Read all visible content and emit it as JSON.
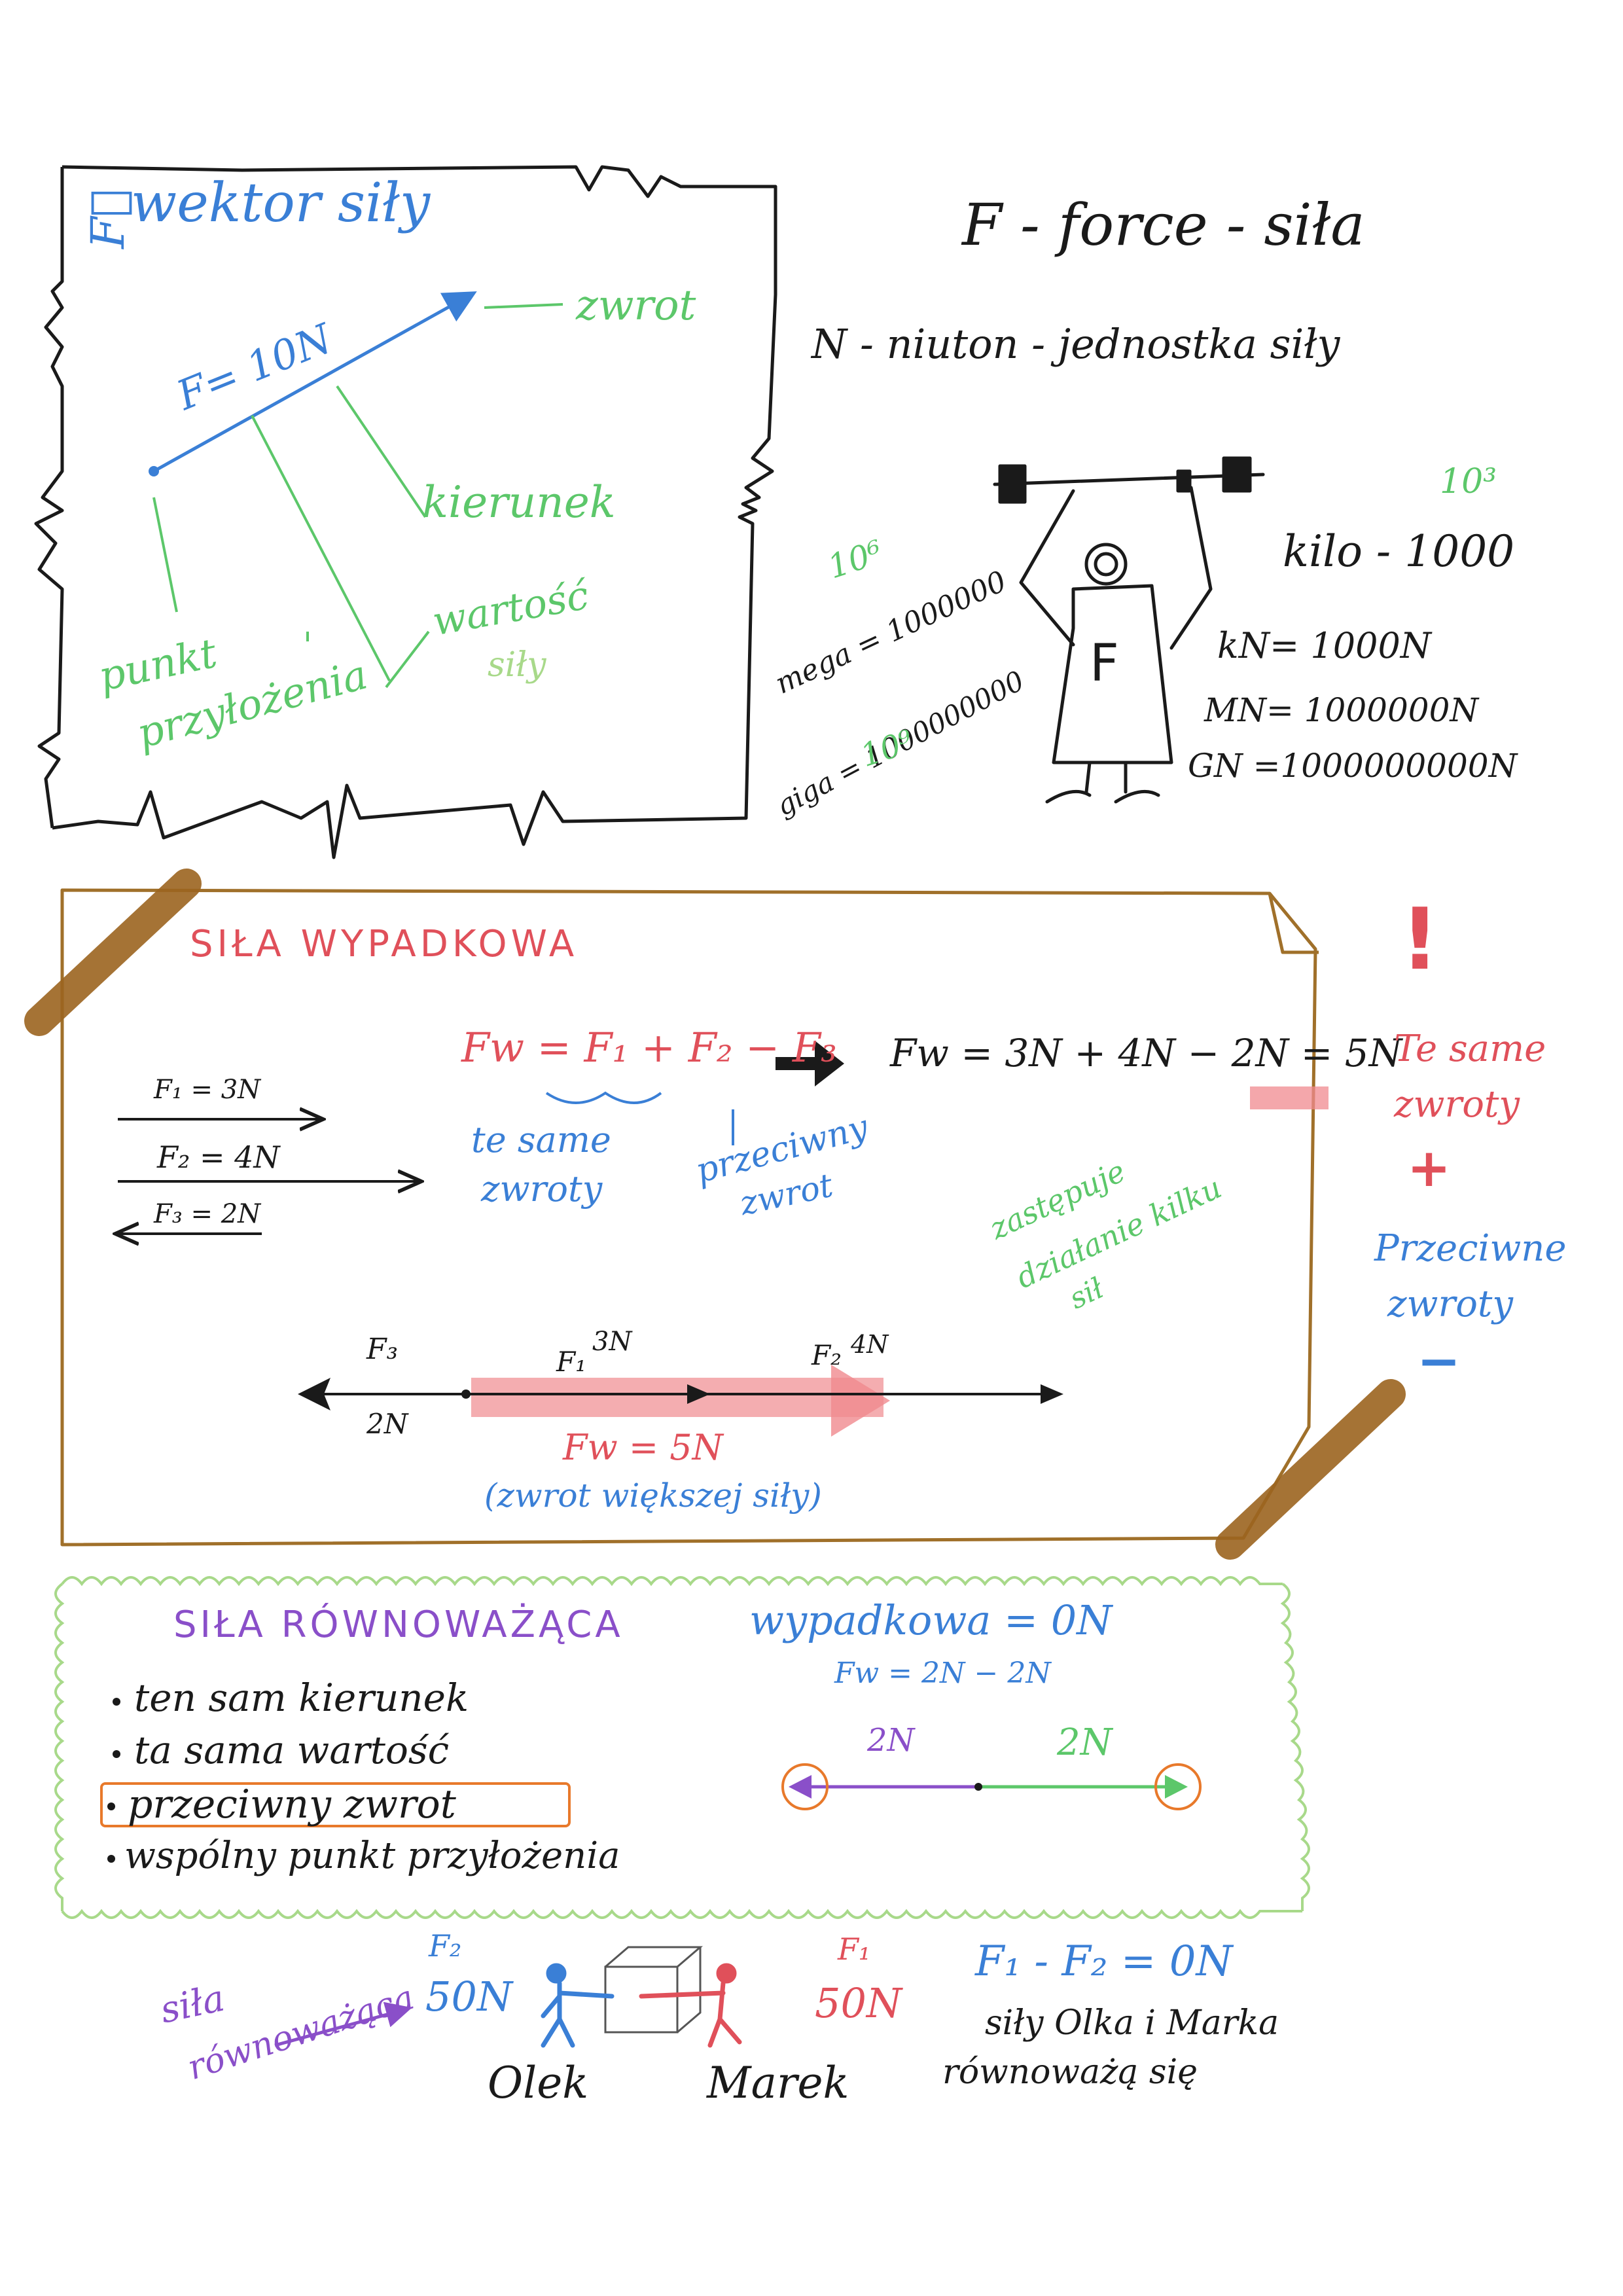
{
  "colors": {
    "ink": "#1a1a1a",
    "blue": "#3a7fd6",
    "green": "#5cc76a",
    "red": "#e0505a",
    "purple": "#8a4fc9",
    "brown": "#a0702a",
    "tape": "#9c6420",
    "highlight": "#f08a8f",
    "lightgreen": "#a8d98a",
    "orange": "#e8792b"
  },
  "vector": {
    "title": "wektor siły",
    "side_label": "F⃗",
    "force_label": "F= 10N",
    "zwrot": "zwrot",
    "kierunek": "kierunek",
    "punkt": "punkt",
    "przylozenia": "przyłożenia",
    "wartosc": "wartość",
    "sily": "siły"
  },
  "definitions": {
    "force": "F - force - siła",
    "newton": "N - niuton - jednostka siły",
    "exp3": "10³",
    "kilo": "kilo - 1000",
    "kN": "kN= 1000N",
    "MN": "MN= 1000000N",
    "GN": "GN =1000000000N",
    "exp6": "10⁶",
    "mega": "mega = 1000000",
    "giga": "giga = 1000000000",
    "exp9": "10⁹",
    "figure_letter": "F"
  },
  "resultant": {
    "title": "SIŁA WYPADKOWA",
    "f1": "F₁ = 3N",
    "f2": "F₂ = 4N",
    "f3": "F₃ = 2N",
    "formula": "Fw = F₁ + F₂ − F₃",
    "result": "Fw = 3N + 4N − 2N = 5N",
    "same_dir_1": "te same",
    "same_dir_2": "zwroty",
    "opp_1": "przeciwny",
    "opp_2": "zwrot",
    "replaces_1": "zastępuje",
    "replaces_2": "działanie kilku",
    "replaces_3": "sił",
    "axis_f3": "F₃",
    "axis_2n": "2N",
    "axis_f1": "F₁",
    "axis_3n": "3N",
    "axis_f2": "F₂",
    "axis_4n": "4N",
    "axis_result": "Fw = 5N",
    "axis_note": "(zwrot większej siły)"
  },
  "side_notes": {
    "mark": "!",
    "same_1": "Te same",
    "same_2": "zwroty",
    "plus": "+",
    "opp_1": "Przeciwne",
    "opp_2": "zwroty",
    "minus": "−"
  },
  "balancing": {
    "title": "SIŁA RÓWNOWAŻĄCA",
    "bullets": [
      "ten sam kierunek",
      "ta sama wartość",
      "przeciwny zwrot",
      "wspólny punkt przyłożenia"
    ],
    "resultant_zero": "wypadkowa = 0N",
    "fw_calc": "Fw = 2N − 2N",
    "left_2n": "2N",
    "right_2n": "2N"
  },
  "example": {
    "side_1": "siła",
    "side_2": "równoważąca",
    "f2": "F₂",
    "f2_val": "50N",
    "f1": "F₁",
    "f1_val": "50N",
    "olek": "Olek",
    "marek": "Marek",
    "eq": "F₁ - F₂ = 0N",
    "note_1": "siły Olka i Marka",
    "note_2": "równoważą się"
  }
}
